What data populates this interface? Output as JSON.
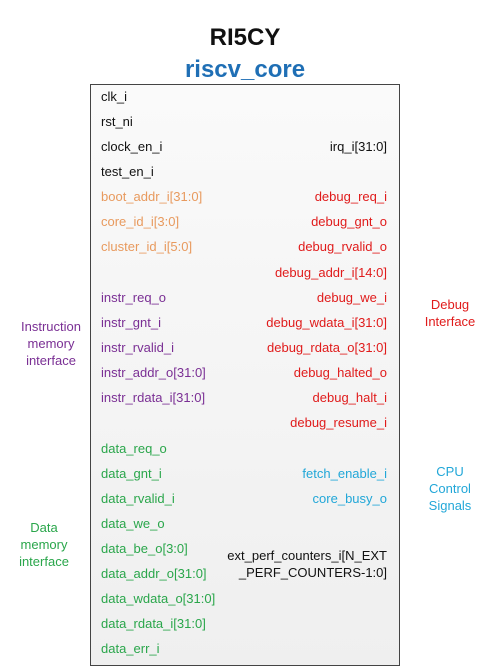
{
  "title": "RI5CY",
  "subtitle": "riscv_core",
  "colors": {
    "black": "#111111",
    "orange": "#e89a5e",
    "red": "#e01b1b",
    "purple": "#7a2f94",
    "green": "#2aa64b",
    "cyan": "#22a7d8",
    "subtitle_blue": "#1f6fb5"
  },
  "left_signals": [
    "clk_i",
    "rst_ni",
    "clock_en_i",
    "test_en_i",
    "boot_addr_i[31:0]",
    "core_id_i[3:0]",
    "cluster_id_i[5:0]",
    "instr_req_o",
    "instr_gnt_i",
    "instr_rvalid_i",
    "instr_addr_o[31:0]",
    "instr_rdata_i[31:0]",
    "data_req_o",
    "data_gnt_i",
    "data_rvalid_i",
    "data_we_o",
    "data_be_o[3:0]",
    "data_addr_o[31:0]",
    "data_wdata_o[31:0]",
    "data_rdata_i[31:0]",
    "data_err_i"
  ],
  "right_signals": [
    "irq_i[31:0]",
    "debug_req_i",
    "debug_gnt_o",
    "debug_rvalid_o",
    "debug_addr_i[14:0]",
    "debug_we_i",
    "debug_wdata_i[31:0]",
    "debug_rdata_o[31:0]",
    "debug_halted_o",
    "debug_halt_i",
    "debug_resume_i",
    "fetch_enable_i",
    "core_busy_o",
    "ext_perf_counters_i[N_EXT",
    "_PERF_COUNTERS-1:0]"
  ],
  "groups": {
    "instruction": [
      "Instruction",
      "memory",
      "interface"
    ],
    "data": [
      "Data",
      "memory",
      "interface"
    ],
    "debug": [
      "Debug",
      "Interface"
    ],
    "cpu": [
      "CPU",
      "Control",
      "Signals"
    ]
  }
}
